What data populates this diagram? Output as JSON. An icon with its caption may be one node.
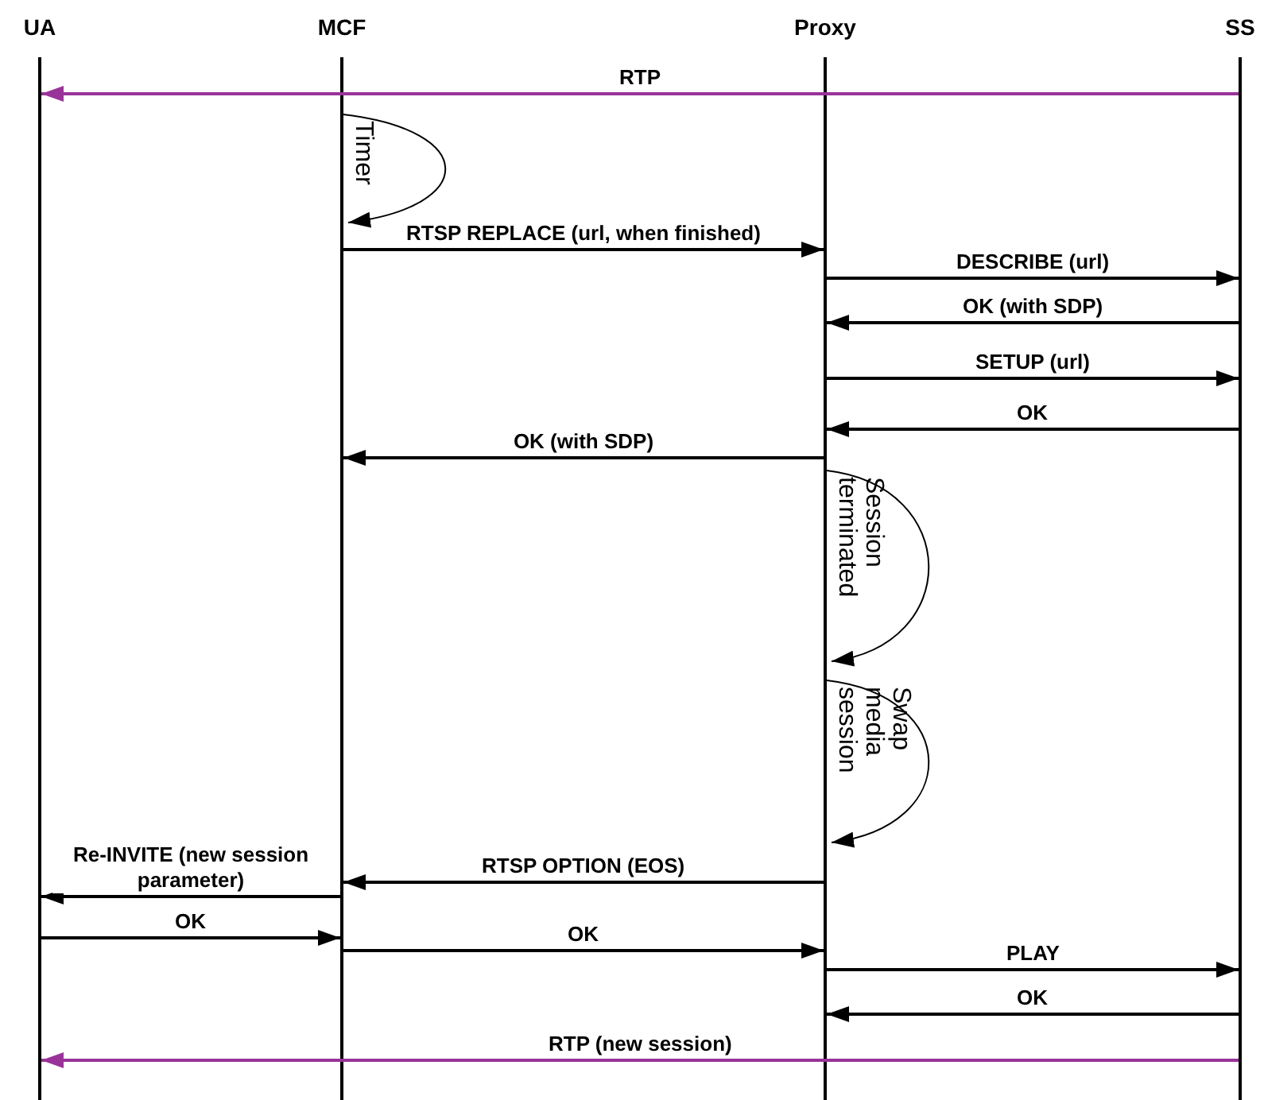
{
  "diagram": {
    "nodes": [
      {
        "text": [
          "UA"
        ]
      },
      {
        "text": [
          "MCF"
        ]
      },
      {
        "text": [
          "Proxy"
        ]
      },
      {
        "text": [
          "SS"
        ]
      }
    ],
    "edges": [
      {
        "from": 3,
        "to": 0,
        "arrow": "to",
        "label": "RTP",
        "color": "#993399"
      },
      {
        "from": 1,
        "to": 1,
        "arrow": "to",
        "label": "Timer"
      },
      {
        "from": 1,
        "to": 2,
        "arrow": "to",
        "label": "RTSP REPLACE (url, when finished)"
      },
      {
        "from": 2,
        "to": 3,
        "arrow": "to",
        "label": "DESCRIBE (url)"
      },
      {
        "from": 3,
        "to": 2,
        "arrow": "to",
        "label": "OK (with SDP)"
      },
      {
        "from": 2,
        "to": 3,
        "arrow": "to",
        "label": "SETUP (url)"
      },
      {
        "from": 3,
        "to": 2,
        "arrow": "to",
        "label": "OK"
      },
      {
        "from": 2,
        "to": 1,
        "arrow": "to",
        "label": "OK (with SDP)"
      },
      {
        "from": 2,
        "to": 2,
        "arrow": "to",
        "label": "Session terminated"
      },
      {
        "from": 2,
        "to": 2,
        "arrow": "to",
        "label": "Swap media session"
      },
      {
        "from": 2,
        "to": 1,
        "arrow": "to",
        "label": "RTSP OPTION (EOS)"
      },
      {
        "from": 1,
        "to": 0,
        "arrow": "to",
        "label": "Re-INVITE (new session parameter)"
      },
      {
        "from": 0,
        "to": 1,
        "arrow": "to",
        "label": "OK"
      },
      {
        "from": 1,
        "to": 2,
        "arrow": "to",
        "label": "OK"
      },
      {
        "from": 2,
        "to": 3,
        "arrow": "to",
        "label": "PLAY"
      },
      {
        "from": 3,
        "to": 2,
        "arrow": "to",
        "label": "OK"
      },
      {
        "from": 3,
        "to": 0,
        "arrow": "to",
        "label": "RTP (new session)",
        "color": "#993399"
      }
    ]
  }
}
